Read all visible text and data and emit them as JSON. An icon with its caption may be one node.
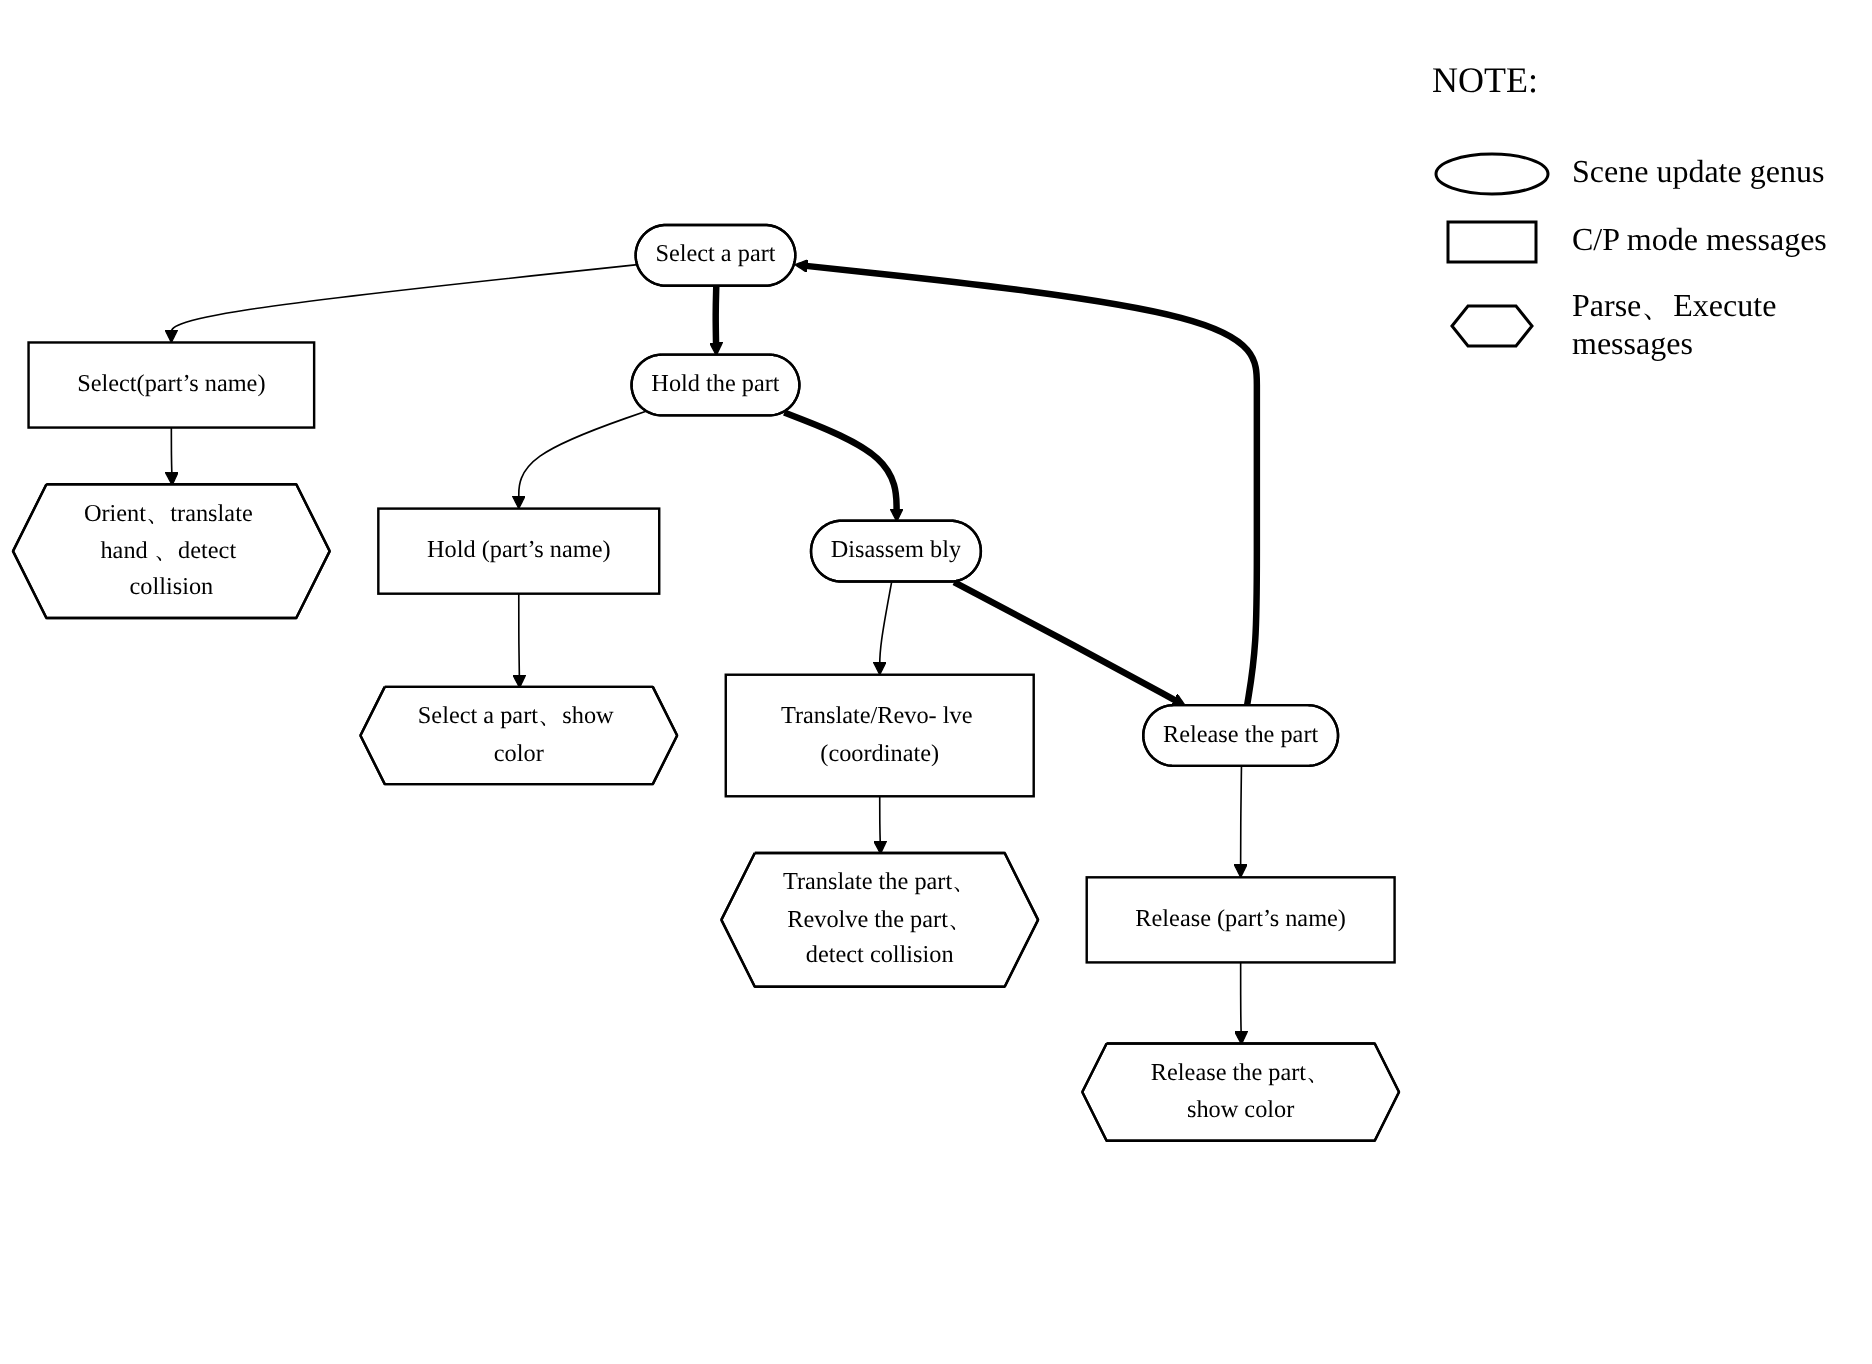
{
  "diagram": {
    "nodes": [
      {
        "text": [
          "Select a part"
        ]
      },
      {
        "text": [
          "Hold the part"
        ]
      },
      {
        "text": [
          "Disassem bly"
        ]
      },
      {
        "text": [
          "Release the part"
        ]
      },
      {
        "text": [
          "Select(part’s name)"
        ]
      },
      {
        "text": [
          "Hold (part’s name)"
        ]
      },
      {
        "text": [
          "Translate/Revo- lve (coordinate)"
        ]
      },
      {
        "text": [
          "Release (part’s name)"
        ]
      },
      {
        "text": [
          "Orient、translate hand 、detect collision"
        ]
      },
      {
        "text": [
          "Select a part、show color"
        ]
      },
      {
        "text": [
          "Translate the part、Revolve the part、detect collision"
        ]
      },
      {
        "text": [
          "Release the part、show color"
        ]
      }
    ],
    "edges": [
      {
        "from": 0,
        "to": 1,
        "arrow": "to",
        "style": "thick"
      },
      {
        "from": 1,
        "to": 2,
        "arrow": "to",
        "style": "thick"
      },
      {
        "from": 2,
        "to": 3,
        "arrow": "to",
        "style": "thick"
      },
      {
        "from": 0,
        "to": 4,
        "arrow": "to"
      },
      {
        "from": 1,
        "to": 5,
        "arrow": "to"
      },
      {
        "from": 2,
        "to": 6,
        "arrow": "to"
      },
      {
        "from": 3,
        "to": 7,
        "arrow": "to"
      },
      {
        "from": 4,
        "to": 8,
        "arrow": "to"
      },
      {
        "from": 5,
        "to": 9,
        "arrow": "to"
      },
      {
        "from": 6,
        "to": 10,
        "arrow": "to"
      },
      {
        "from": 7,
        "to": 11,
        "arrow": "to"
      },
      {
        "from": 3,
        "to": 0,
        "arrow": "to",
        "style": "thick"
      }
    ],
    "labels": [
      "NOTE:"
    ],
    "legend": [
      {
        "text": "Scene update genus"
      },
      {
        "text": "C/P mode messages"
      },
      {
        "text": "Parse、Execute messages"
      }
    ]
  }
}
